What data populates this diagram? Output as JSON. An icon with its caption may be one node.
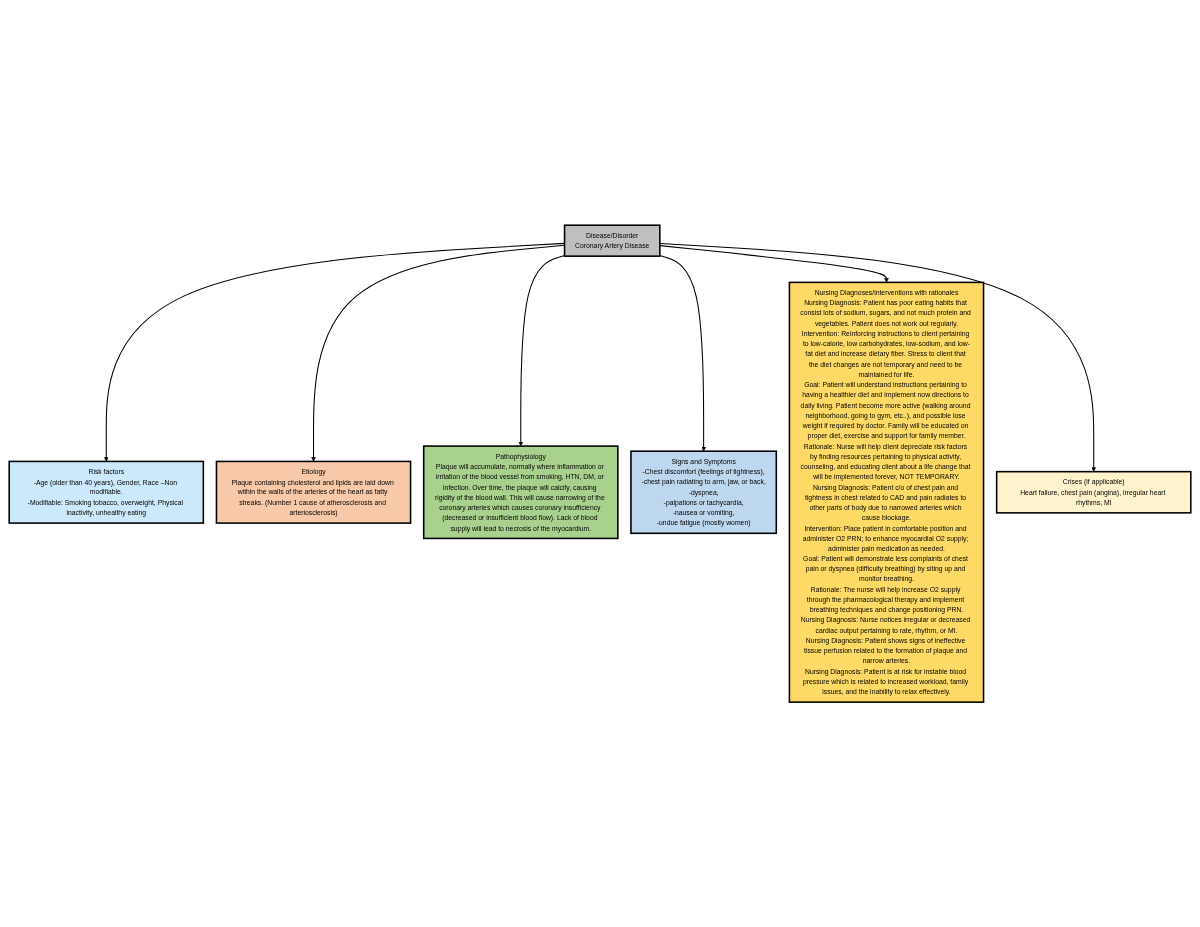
{
  "diagram": {
    "nodes": [
      {
        "text": [
          "Risk factors",
          "-Age (older than 40 years), Gender, Race –Non modifiable.",
          "-Modifiable: Smoking tobacco, overweight, Physical inactivity, unhealthy eating"
        ]
      },
      {
        "text": [
          "Etiology",
          "Plaque containing cholesterol and lipids are laid down within the walls of the arteries of the heart as fatty streaks. (Number 1 cause of atherosclerosis and arteriosclerosis)"
        ]
      },
      {
        "text": [
          "Pathophysiology",
          "Plaque will accumulate, normally where inflammation or irritation of the blood vessel from smoking, HTN, DM, or infection. Over time, the plaque will calcify, causing rigidity of the blood wall. This will cause narrowing of the coronary arteries which causes coronary insufficiency (decreased or insufficient blood flow). Lack of blood supply will lead to necrosis of the myocardium."
        ]
      },
      {
        "text": [
          "Disease/Disorder",
          "Coronary Artery Disease"
        ]
      },
      {
        "text": [
          "Signs and Symptoms",
          "-Chest discomfort (feelings of tightness),",
          "-chest pain radiating to arm, jaw, or back,",
          "-dyspnea,",
          "-palpations or tachycardia,",
          "-nausea or vomiting,",
          "-undue fatigue (mostly women)"
        ]
      },
      {
        "text": [
          "Nursing Diagnoses/interventions with rationales",
          "Nursing Diagnosis: Patient has poor eating habits that consist lots of sodium, sugars, and not much protein and vegetables. Patient does not work out regularly.",
          "Intervention: Reinforcing instructions to client pertaining to low-calorie, low carbohydrates, low-sodium, and low-fat diet and increase dietary fiber. Stress to client that the diet changes are not temporary and need to be maintained for life.",
          "Goal: Patient will understand instructions pertaining to having a healthier diet and implement now directions to daily living. Patient become more active (walking around neighborhood, going to gym, etc..), and possible lose weight if required by doctor. Family will be educated on proper diet, exercise and support for family member.",
          "Rationale: Nurse will help client depreciate risk factors by finding resources pertaining to physical activity, counseling, and educating client about a life change that will be implemented forever, NOT TEMPORARY.",
          "Nursing Diagnosis: Patient c/o of chest pain and tightness in chest related to CAD and pain radiates to other parts of body due to narrowed arteries which cause blockage.",
          "Intervention: Place patient in comfortable position and administer O2 PRN; to enhance myocardial O2 supply; administer pain medication as needed.",
          "Goal: Patient will demonstrate less complaints of chest pain or dyspnea (difficulty breathing) by siting up and monitor breathing.",
          "Rationale: The nurse will help increase O2 supply through the pharmacological therapy and implement breathing techniques and change positioning PRN.",
          "Nursing Diagnosis: Nurse notices irregular or decreased cardiac output pertaining to rate, rhythm, or MI.",
          "Nursing Diagnosis: Patient shows signs of ineffective tissue perfusion related to the formation of plaque and narrow arteries.",
          "Nursing Diagnosis: Patient is at risk for instable blood pressure which is related to increased workload, family issues, and the inability to relax effectively."
        ]
      },
      {
        "text": [
          "Crises (if applicable)",
          "Heart failure, chest pain (angina), irregular heart rhythms, MI"
        ]
      }
    ],
    "edges": [
      {
        "from": 3,
        "to": 0,
        "arrow": "to"
      },
      {
        "from": 3,
        "to": 1,
        "arrow": "to"
      },
      {
        "from": 3,
        "to": 2,
        "arrow": "to"
      },
      {
        "from": 3,
        "to": 4,
        "arrow": "to"
      },
      {
        "from": 3,
        "to": 5,
        "arrow": "to"
      },
      {
        "from": 3,
        "to": 6,
        "arrow": "to"
      }
    ]
  }
}
